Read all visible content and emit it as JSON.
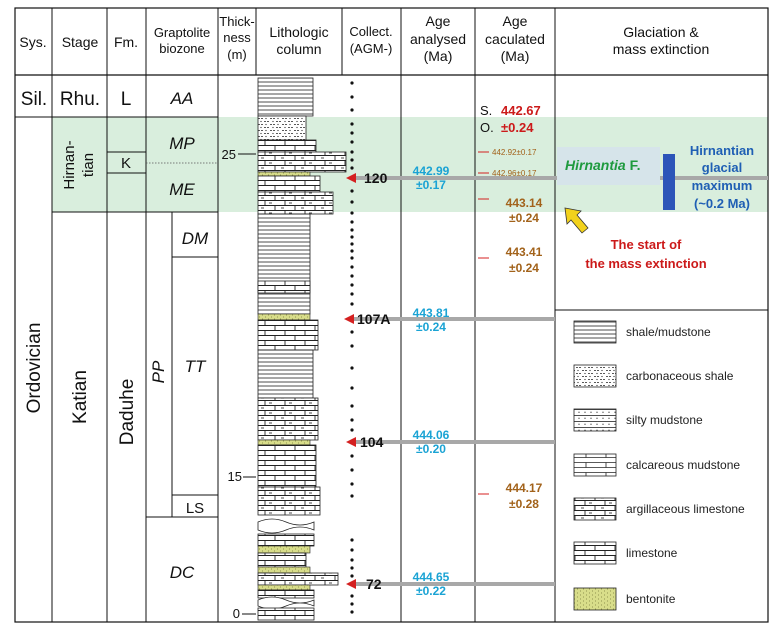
{
  "headers": {
    "sys": "Sys.",
    "stage": "Stage",
    "fm": "Fm.",
    "graptolite_1": "Graptolite",
    "graptolite_2": "biozone",
    "thick_1": "Thick-",
    "thick_2": "ness",
    "thick_3": "(m)",
    "litho_1": "Lithologic",
    "litho_2": "column",
    "collect_1": "Collect.",
    "collect_2": "(AGM-)",
    "age_an_1": "Age",
    "age_an_2": "analysed",
    "age_an_3": "(Ma)",
    "age_ca_1": "Age",
    "age_ca_2": "caculated",
    "age_ca_3": "(Ma)",
    "glac_1": "Glaciation &",
    "glac_2": "mass extinction"
  },
  "systems": {
    "silurian": "Sil.",
    "ordovician": "Ordovician"
  },
  "stages": {
    "rhuddanian": "Rhu.",
    "hirnantian_1": "Hirnan-",
    "hirnantian_2": "tian",
    "katian": "Katian"
  },
  "formations": {
    "l": "L",
    "k": "K",
    "daduhe": "Daduhe"
  },
  "biozones": {
    "aa": "AA",
    "mp": "MP",
    "me": "ME",
    "pp": "PP",
    "dm": "DM",
    "tt": "TT",
    "ls": "LS",
    "dc": "DC"
  },
  "thickness_ticks": {
    "t25": "25",
    "t15": "15",
    "t0": "0"
  },
  "samples": {
    "s120": "120",
    "s107a": "107A",
    "s104": "104",
    "s72": "72"
  },
  "ages_analysed": [
    {
      "value": "442.99",
      "err": "±0.17"
    },
    {
      "value": "443.81",
      "err": "±0.24"
    },
    {
      "value": "444.06",
      "err": "±0.20"
    },
    {
      "value": "444.65",
      "err": "±0.22"
    }
  ],
  "ages_calculated": {
    "boundary_s": "S.",
    "boundary_o": "O.",
    "boundary_value": "442.67",
    "boundary_err": "±0.24",
    "small_1": "442.92±0.17",
    "small_2": "442.96±0.17",
    "a1_value": "443.14",
    "a1_err": "±0.24",
    "a2_value": "443.41",
    "a2_err": "±0.24",
    "a3_value": "444.17",
    "a3_err": "±0.28"
  },
  "glaciation": {
    "hirnantia": "Hirnantia",
    "hirnantia_suffix": " F.",
    "glacial_1": "Hirnantian",
    "glacial_2": "glacial",
    "glacial_3": "maximum",
    "glacial_4": "(~0.2 Ma)",
    "extinction_1": "The start of",
    "extinction_2": "the mass extinction"
  },
  "legend": [
    {
      "label": "shale/mudstone",
      "pattern": "shale"
    },
    {
      "label": "carbonaceous shale",
      "pattern": "carbonaceous"
    },
    {
      "label": "silty mudstone",
      "pattern": "silty"
    },
    {
      "label": "calcareous mudstone",
      "pattern": "calcareous"
    },
    {
      "label": "argillaceous limestone",
      "pattern": "argillaceous"
    },
    {
      "label": "limestone",
      "pattern": "limestone"
    },
    {
      "label": "bentonite",
      "pattern": "bentonite"
    }
  ],
  "colors": {
    "hirnantian_band": "#d9eedd",
    "analysed_age": "#1aa3d4",
    "calculated_age": "#a2621a",
    "boundary_age": "#cc1a1a",
    "extinction_text": "#cc1a1a",
    "hirnantia_text": "#1e9a3e",
    "glacial_text": "#1f5fb4",
    "glacial_bar": "#2c55b8",
    "arrow_fill": "#f2d21c",
    "sample_marker": "#d42020",
    "bentonite": "#d8dd8a"
  }
}
